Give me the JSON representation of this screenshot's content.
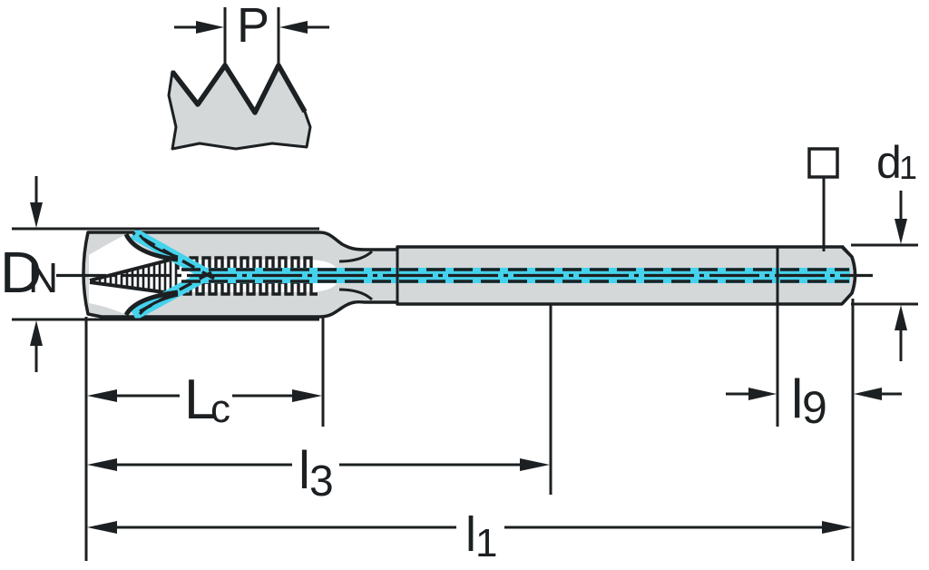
{
  "diagram": {
    "type": "technical-drawing",
    "subject": "machine tap with internal coolant channels",
    "labels": {
      "pitch": {
        "main": "P"
      },
      "nominal_diameter": {
        "main": "D",
        "sub": "N"
      },
      "shank_diameter": {
        "main": "d",
        "sub": "1"
      },
      "chamfer_length": {
        "main": "L",
        "sub": "c"
      },
      "thread_length": {
        "main": "l",
        "sub": "3"
      },
      "overall_length": {
        "main": "l",
        "sub": "1"
      },
      "square_length": {
        "main": "l",
        "sub": "9"
      }
    },
    "icons": {
      "square_drive": "square-symbol"
    },
    "colors": {
      "body_fill": "#d4d8d9",
      "flute_fill": "#ffffff",
      "coolant": "#45d2ec",
      "line": "#1d2022",
      "background": "#ffffff"
    }
  }
}
